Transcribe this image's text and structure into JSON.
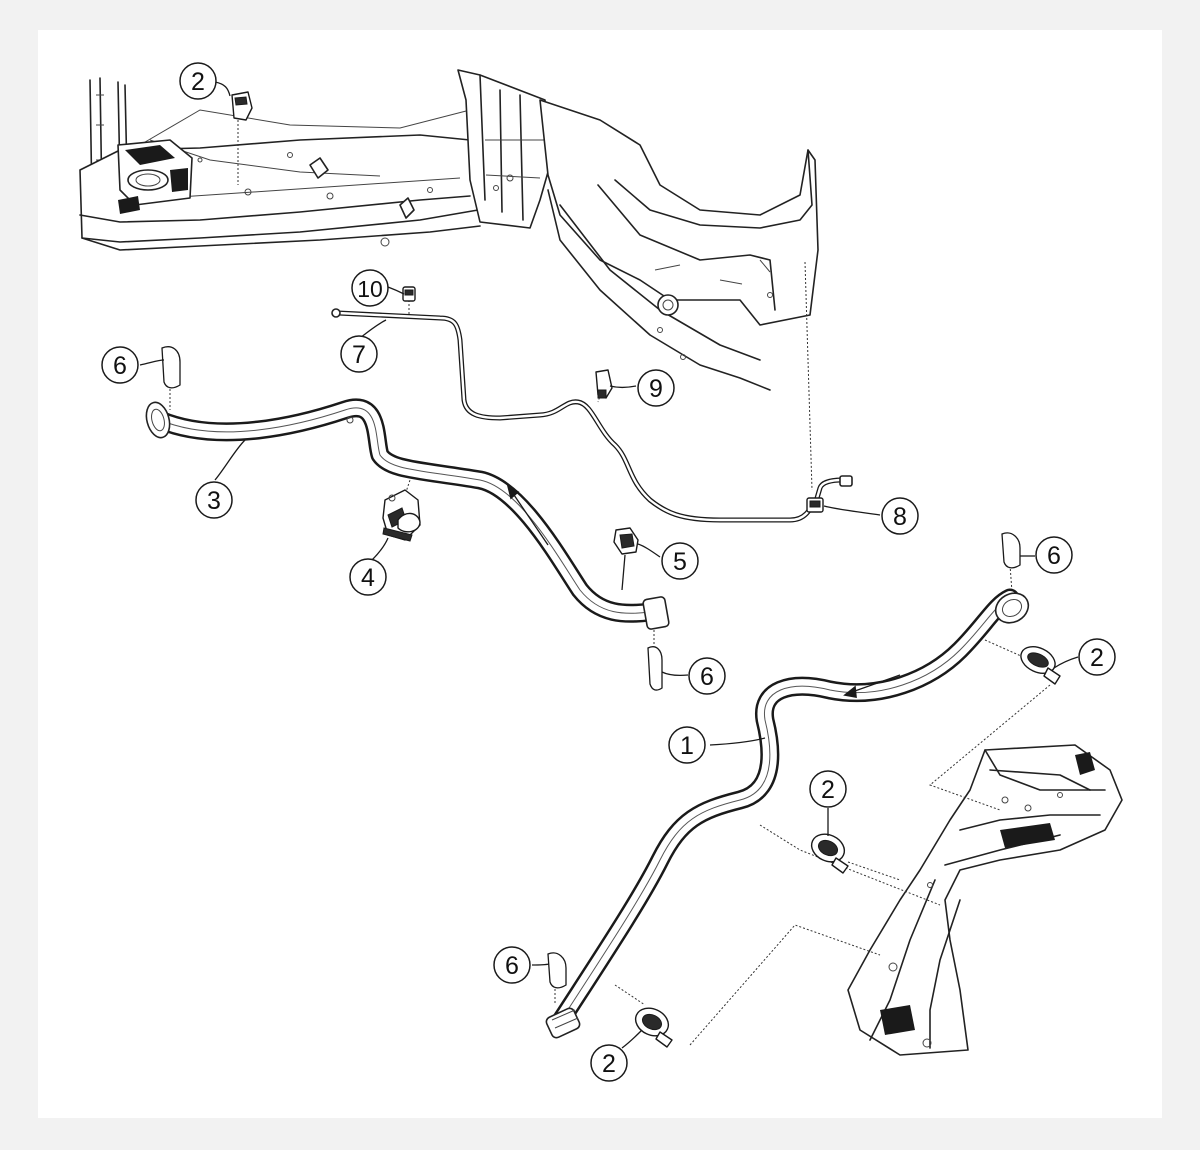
{
  "callouts": {
    "c1": "1",
    "c2a": "2",
    "c2b": "2",
    "c2c": "2",
    "c2d": "2",
    "c3": "3",
    "c4": "4",
    "c5": "5",
    "c6a": "6",
    "c6b": "6",
    "c6c": "6",
    "c6d": "6",
    "c7": "7",
    "c8": "8",
    "c9": "9",
    "c10": "10"
  },
  "colors": {
    "background": "#f2f2f2",
    "panel": "#ffffff",
    "linework": "#1a1a1a"
  }
}
